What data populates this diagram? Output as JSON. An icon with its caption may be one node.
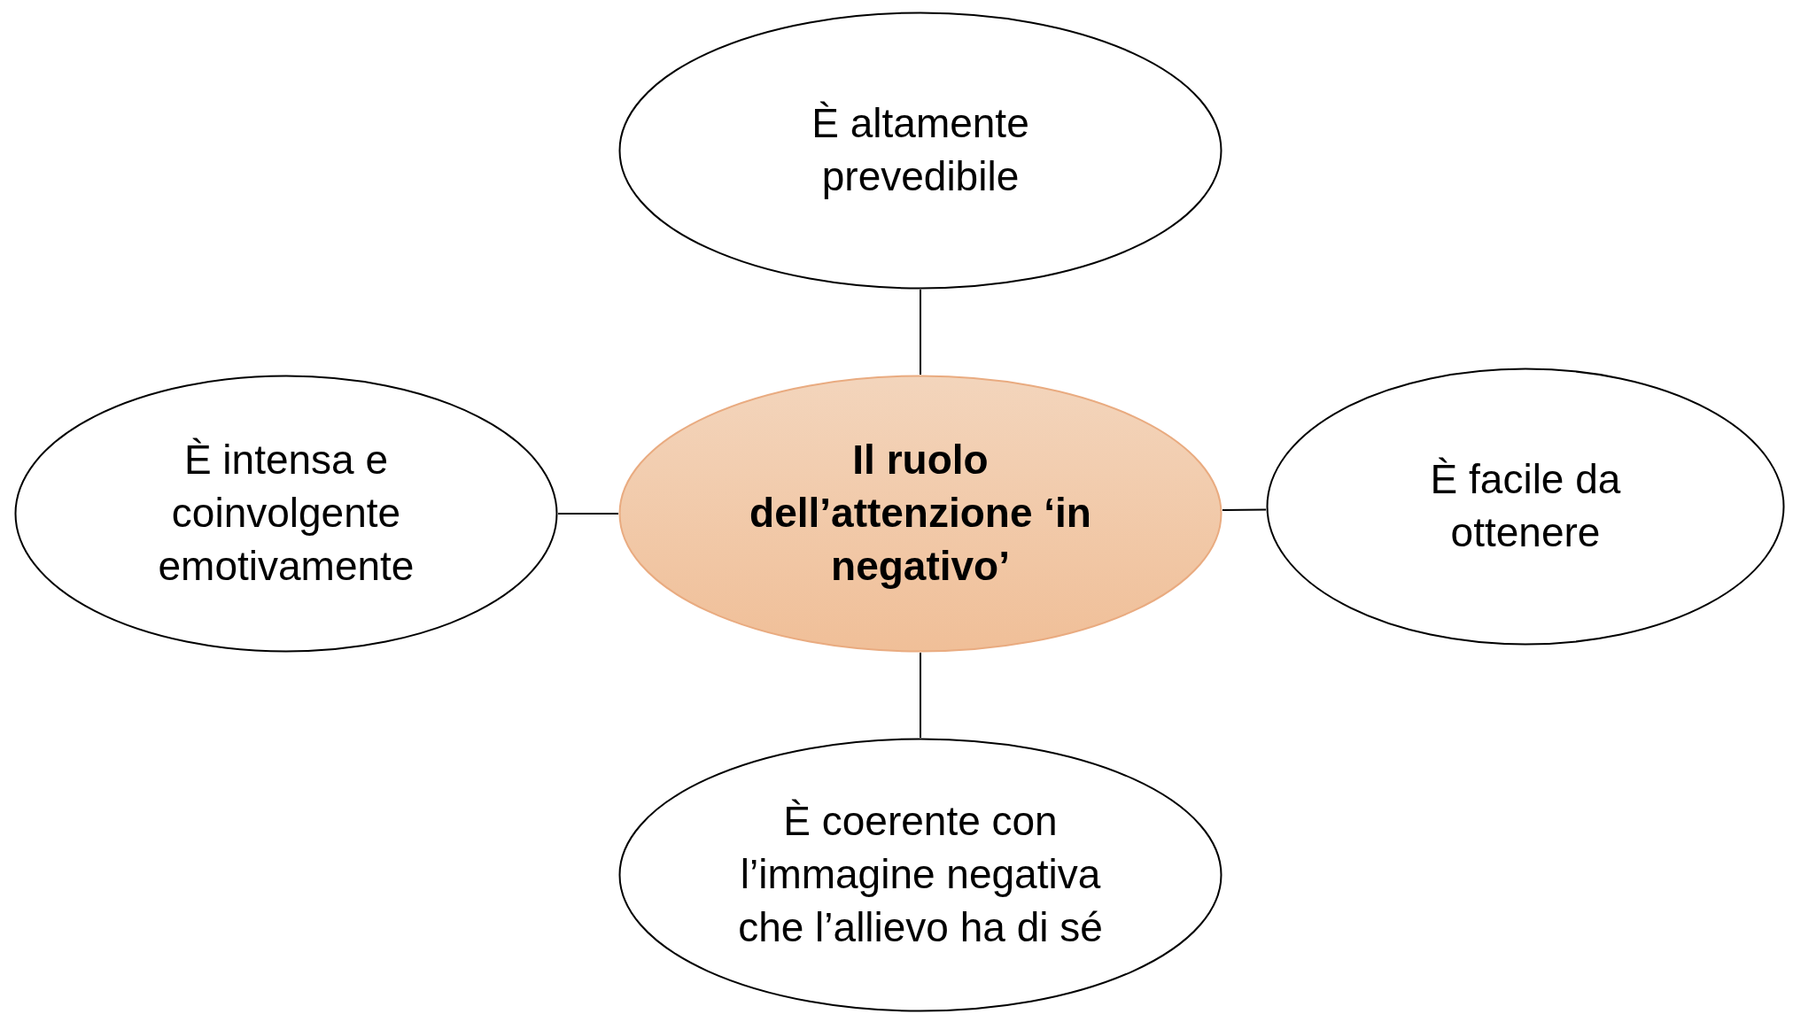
{
  "diagram": {
    "nodes": [
      {
        "text": [
          "È altamente prevedibile"
        ]
      },
      {
        "text": [
          "È intensa e coinvolgente emotivamente"
        ]
      },
      {
        "text": [
          "Il ruolo dell’attenzione ‘in negativo’"
        ]
      },
      {
        "text": [
          "È facile da ottenere"
        ]
      },
      {
        "text": [
          "È coerente con l’immagine negativa che l’allievo ha di sé"
        ]
      }
    ],
    "edges": [
      {
        "from": 2,
        "to": 0,
        "arrow": "none"
      },
      {
        "from": 2,
        "to": 1,
        "arrow": "none"
      },
      {
        "from": 2,
        "to": 3,
        "arrow": "none"
      },
      {
        "from": 2,
        "to": 4,
        "arrow": "none"
      }
    ]
  }
}
